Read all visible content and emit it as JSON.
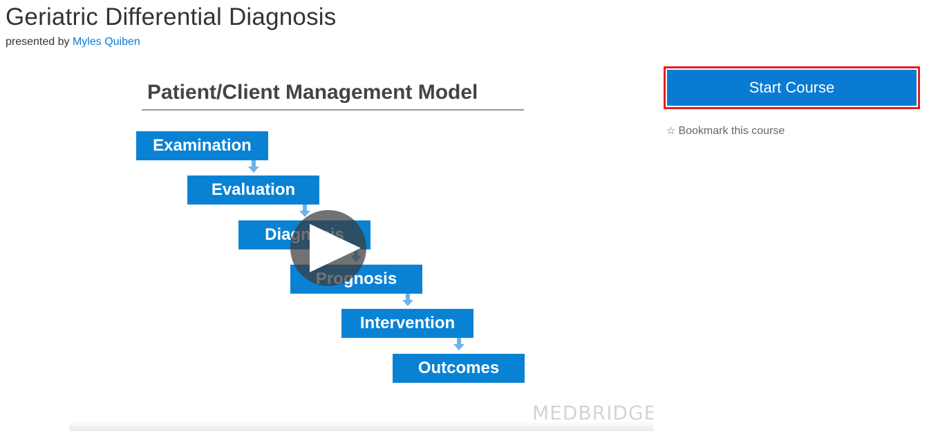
{
  "course": {
    "title": "Geriatric Differential Diagnosis",
    "presented_by_prefix": "presented by",
    "presenter_name": "Myles Quiben"
  },
  "video": {
    "slide_title": "Patient/Client Management Model",
    "steps": [
      {
        "label": "Examination"
      },
      {
        "label": "Evaluation"
      },
      {
        "label": "Diagnosis"
      },
      {
        "label": "Prognosis"
      },
      {
        "label": "Intervention"
      },
      {
        "label": "Outcomes"
      }
    ],
    "watermark": "MEDBRIDGE",
    "play_icon": "play-icon"
  },
  "actions": {
    "start_course_label": "Start Course",
    "bookmark_label": "Bookmark this course",
    "bookmark_icon": "☆"
  },
  "colors": {
    "accent": "#0a7bd3",
    "step_box": "#0a82d4",
    "arrow": "#6ab4e8",
    "highlight_border": "#e02020"
  }
}
